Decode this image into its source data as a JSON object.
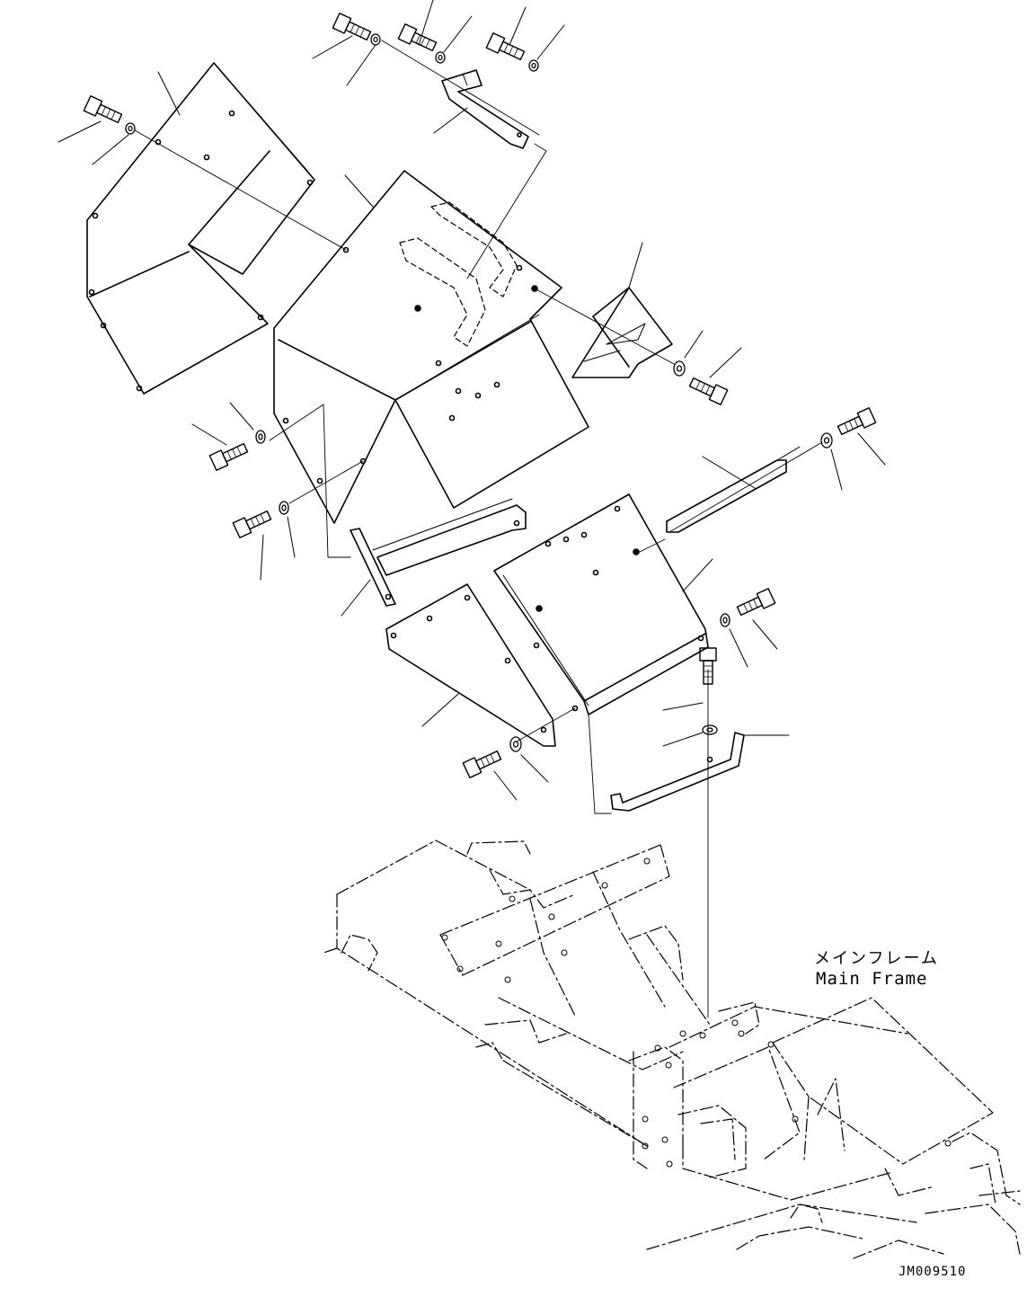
{
  "frame_label_jp": "メインフレーム",
  "frame_label_en": "Main Frame",
  "figure_id": "JM009510"
}
